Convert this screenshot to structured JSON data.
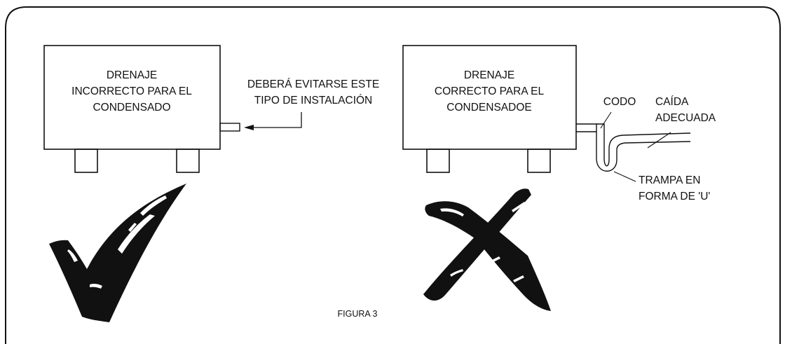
{
  "diagram": {
    "left_unit": {
      "box_text": [
        "DRENAJE",
        "INCORRECTO PARA EL",
        "CONDENSADO"
      ],
      "warning": [
        "DEBERÁ EVITARSE ESTE",
        "TIPO DE INSTALACIÓN"
      ],
      "mark": "check-mark"
    },
    "right_unit": {
      "box_text": [
        "DRENAJE",
        "CORRECTO PARA EL",
        "CONDENSADOE"
      ],
      "elbow_label": "CODO",
      "slope_label": [
        "CAÍDA",
        "ADECUADA"
      ],
      "trap_label": [
        "TRAMPA EN",
        "FORMA DE 'U'"
      ],
      "mark": "cross-mark"
    },
    "caption": "FIGURA 3"
  },
  "colors": {
    "ink": "#111111",
    "background": "#ffffff"
  }
}
